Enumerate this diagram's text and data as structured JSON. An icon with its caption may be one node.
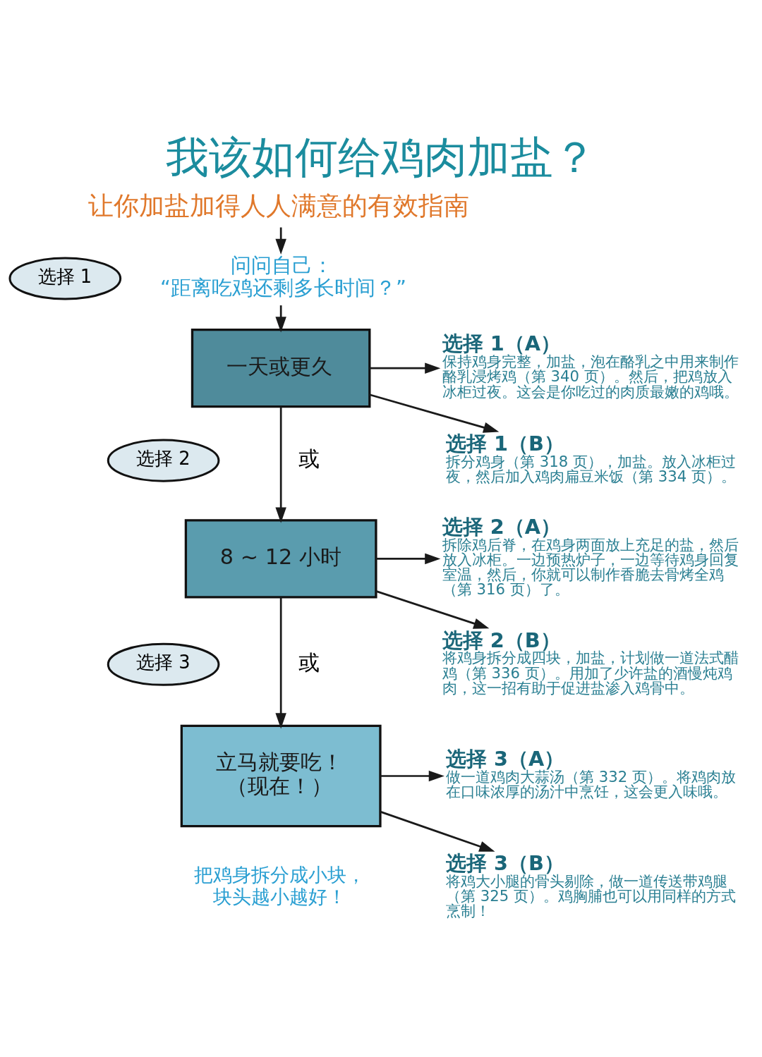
{
  "diagram": {
    "title": "我该如何给鸡肉加盐？",
    "nodes": [
      {
        "text": [
          "让你加盐加得人人满意的有效指南"
        ]
      },
      {
        "text": [
          "问问自己：",
          "“距离吃鸡还剩多长时间？”"
        ]
      },
      {
        "text": [
          "选择 1"
        ]
      },
      {
        "text": [
          "一天或更久"
        ]
      },
      {
        "text": [
          "选择 1（A）",
          "保持鸡身完整，加盐，泡在酪乳之中用来制作酪乳浸烤鸡（第 340 页）。然后，把鸡放入冰柜过夜。这会是你吃过的肉质最嫩的鸡哦。"
        ]
      },
      {
        "text": [
          "选择 1（B）",
          "拆分鸡身（第 318 页），加盐。放入冰柜过夜，然后加入鸡肉扁豆米饭（第 334 页）。"
        ]
      },
      {
        "text": [
          "选择 2"
        ]
      },
      {
        "text": [
          "8 ~ 12 小时"
        ]
      },
      {
        "text": [
          "选择 2（A）",
          "拆除鸡后脊，在鸡身两面放上充足的盐，然后放入冰柜。一边预热炉子，一边等待鸡身回复室温，然后，你就可以制作香脆去骨烤全鸡（第 316 页）了。"
        ]
      },
      {
        "text": [
          "选择 2（B）",
          "将鸡身拆分成四块，加盐，计划做一道法式醋鸡（第 336 页）。用加了少许盐的酒慢炖鸡肉，这一招有助于促进盐渗入鸡骨中。"
        ]
      },
      {
        "text": [
          "选择 3"
        ]
      },
      {
        "text": [
          "立马就要吃！（现在！）"
        ],
        "beside": [
          "把鸡身拆分成小块，块头越小越好！"
        ]
      },
      {
        "text": [
          "选择 3（A）",
          "做一道鸡肉大蒜汤（第 332 页）。将鸡肉放在口味浓厚的汤汁中烹饪，这会更入味哦。"
        ]
      },
      {
        "text": [
          "选择 3（B）",
          "将鸡大小腿的骨头剔除，做一道传送带鸡腿（第 325 页）。鸡胸脯也可以用同样的方式烹制！"
        ]
      }
    ],
    "edges": [
      {
        "from": 0,
        "to": 1,
        "arrow": "to"
      },
      {
        "from": 1,
        "to": 3,
        "arrow": "to"
      },
      {
        "from": 3,
        "to": 4,
        "arrow": "to"
      },
      {
        "from": 3,
        "to": 5,
        "arrow": "to"
      },
      {
        "from": 3,
        "to": 7,
        "arrow": "to",
        "label": "或"
      },
      {
        "from": 7,
        "to": 8,
        "arrow": "to"
      },
      {
        "from": 7,
        "to": 9,
        "arrow": "to"
      },
      {
        "from": 7,
        "to": 11,
        "arrow": "to",
        "label": "或"
      },
      {
        "from": 11,
        "to": 12,
        "arrow": "to"
      },
      {
        "from": 11,
        "to": 13,
        "arrow": "to"
      }
    ]
  }
}
